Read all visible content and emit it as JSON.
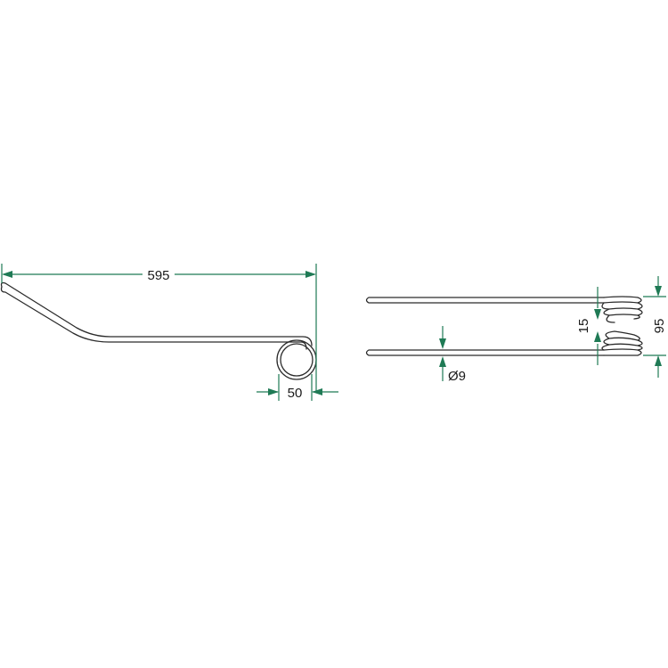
{
  "colors": {
    "dimension": "#1f7a55",
    "outline": "#2b2b2b",
    "background": "#ffffff"
  },
  "dimensions": {
    "overall_length": "595",
    "coil_diameter": "50",
    "leg_spacing": "15",
    "total_width": "95",
    "wire_diameter": "Ø9"
  }
}
